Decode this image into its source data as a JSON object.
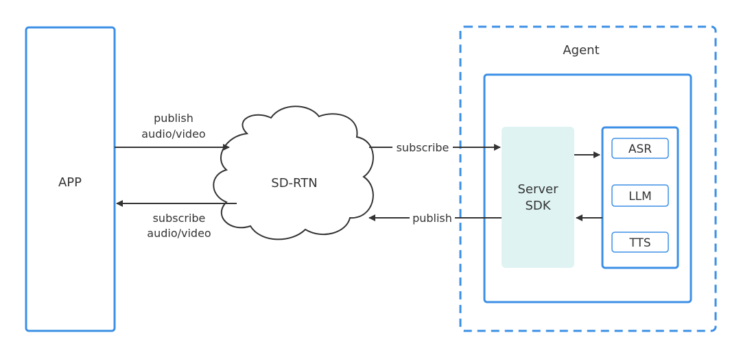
{
  "nodes": {
    "app": "APP",
    "network": "SD-RTN",
    "agent": "Agent",
    "server_sdk": [
      "Server",
      "SDK"
    ],
    "modules": [
      "ASR",
      "LLM",
      "TTS"
    ]
  },
  "edges": {
    "app_to_network": [
      "publish",
      "audio/video"
    ],
    "network_to_app": [
      "subscribe",
      "audio/video"
    ],
    "network_to_sdk": "subscribe",
    "sdk_to_network": "publish"
  },
  "colors": {
    "accent": "#3b8fe6",
    "sdk_fill": "#dff3f3",
    "arrow": "#333333",
    "text": "#333333"
  }
}
